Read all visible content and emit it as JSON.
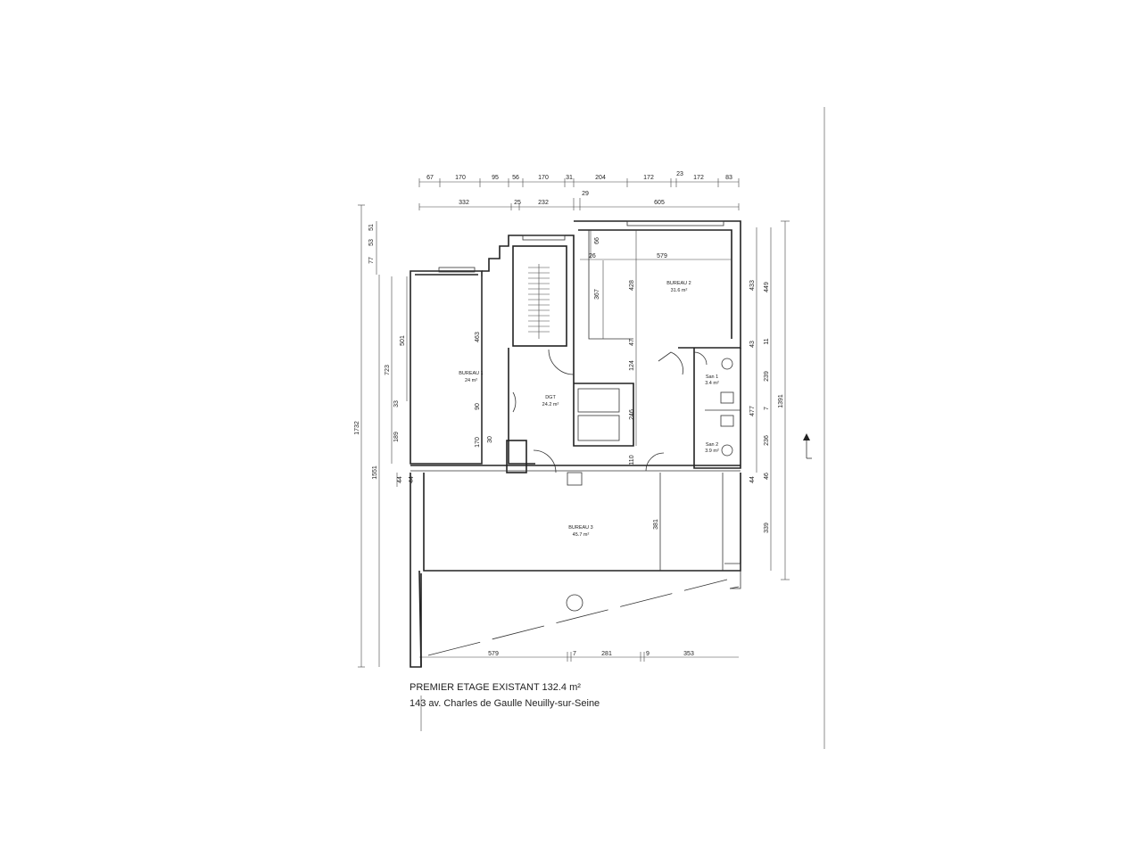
{
  "title": "PREMIER ETAGE EXISTANT 132.4 m²",
  "address": "143 av. Charles de Gaulle Neuilly-sur-Seine",
  "rooms": {
    "bureau1": {
      "name": "BUREAU 1",
      "area": "24 m²"
    },
    "bureau2": {
      "name": "BUREAU 2",
      "area": "31.6 m²"
    },
    "bureau3": {
      "name": "BUREAU 3",
      "area": "45.7 m²"
    },
    "dgt": {
      "name": "DGT",
      "area": "24.2 m²"
    },
    "san1": {
      "name": "San 1",
      "area": "3.4 m²"
    },
    "san2": {
      "name": "San 2",
      "area": "3.9 m²"
    }
  },
  "dimensions": {
    "top_row1": [
      "67",
      "170",
      "95",
      "56",
      "170",
      "31",
      "204",
      "172",
      "23",
      "172",
      "83"
    ],
    "top_row2": [
      "332",
      "25",
      "232",
      "29",
      "605"
    ],
    "bottom": [
      "579",
      "7",
      "281",
      "9",
      "353"
    ],
    "left_outer": [
      "1732",
      "1551",
      "44"
    ],
    "left_mid": [
      "77",
      "53",
      "51",
      "723",
      "33",
      "189"
    ],
    "left_inner": [
      "501",
      "44"
    ],
    "bureau1_col": [
      "463",
      "90",
      "170",
      "30"
    ],
    "bureau2": [
      "66",
      "26",
      "579",
      "367",
      "428",
      "47",
      "124",
      "246",
      "110",
      "381"
    ],
    "right_inner": [
      "433",
      "43",
      "477",
      "44"
    ],
    "right_mid": [
      "449",
      "11",
      "239",
      "7",
      "236",
      "46",
      "339"
    ],
    "right_outer": [
      "1391"
    ]
  },
  "north_arrow": "arrow-up-icon"
}
